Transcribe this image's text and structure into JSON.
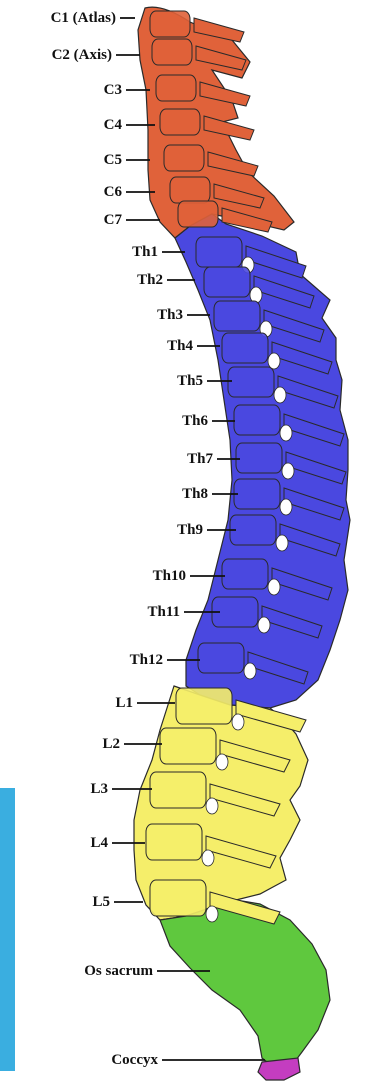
{
  "colors": {
    "cervical": "#e0623a",
    "thoracic": "#4a48e0",
    "lumbar": "#f5ee6a",
    "sacral": "#5fc83e",
    "coccygeal": "#c43dc0",
    "accent_bar": "#3aaee0",
    "outline": "#2a2a2a"
  },
  "regions": [
    {
      "key": "cervical",
      "vertebrae": [
        "C1 (Atlas)",
        "C2 (Axis)",
        "C3",
        "C4",
        "C5",
        "C6",
        "C7"
      ]
    },
    {
      "key": "thoracic",
      "vertebrae": [
        "Th1",
        "Th2",
        "Th3",
        "Th4",
        "Th5",
        "Th6",
        "Th7",
        "Th8",
        "Th9",
        "Th10",
        "Th11",
        "Th12"
      ]
    },
    {
      "key": "lumbar",
      "vertebrae": [
        "L1",
        "L2",
        "L3",
        "L4",
        "L5"
      ]
    },
    {
      "key": "sacral",
      "vertebrae": [
        "Os sacrum"
      ]
    },
    {
      "key": "coccygeal",
      "vertebrae": [
        "Coccyx"
      ]
    }
  ]
}
